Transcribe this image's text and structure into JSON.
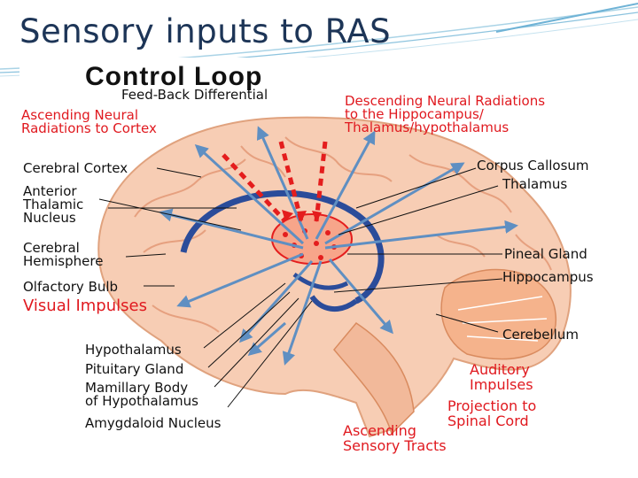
{
  "slide": {
    "title": "Sensory inputs to RAS"
  },
  "figure": {
    "heading": "Control Loop",
    "labels": {
      "feedback": "Feed-Back Differential",
      "ascending_cortex": "Ascending Neural\nRadiations to Cortex",
      "descending": "Descending Neural Radiations\nto the Hippocampus/\nThalamus/hypothalamus",
      "cerebral_cortex": "Cerebral Cortex",
      "anterior_thalamic": "Anterior\nThalamic\nNucleus",
      "cerebral_hemisphere": "Cerebral\nHemisphere",
      "olfactory_bulb": "Olfactory Bulb",
      "visual_impulses": "Visual Impulses",
      "corpus_callosum": "Corpus Callosum",
      "thalamus": "Thalamus",
      "pineal_gland": "Pineal Gland",
      "hippocampus": "Hippocampus",
      "cerebellum": "Cerebellum",
      "hypothalamus": "Hypothalamus",
      "pituitary_gland": "Pituitary Gland",
      "mamillary_body": "Mamillary Body\nof Hypothalamus",
      "amygdaloid_nucleus": "Amygdaloid Nucleus",
      "auditory_impulses": "Auditory\nImpulses",
      "projection_spinal": "Projection to\nSpinal Cord",
      "ascending_sensory": "Ascending\nSensory Tracts"
    },
    "colors": {
      "brain_fill": "#f7cdb4",
      "gyri_line": "#e6a07f",
      "cerebellum_fill": "#f5b38c",
      "arrow_blue": "#5f8fc2",
      "arrow_red": "#e41d1d",
      "limbic_blue": "#2b4c9a"
    }
  }
}
